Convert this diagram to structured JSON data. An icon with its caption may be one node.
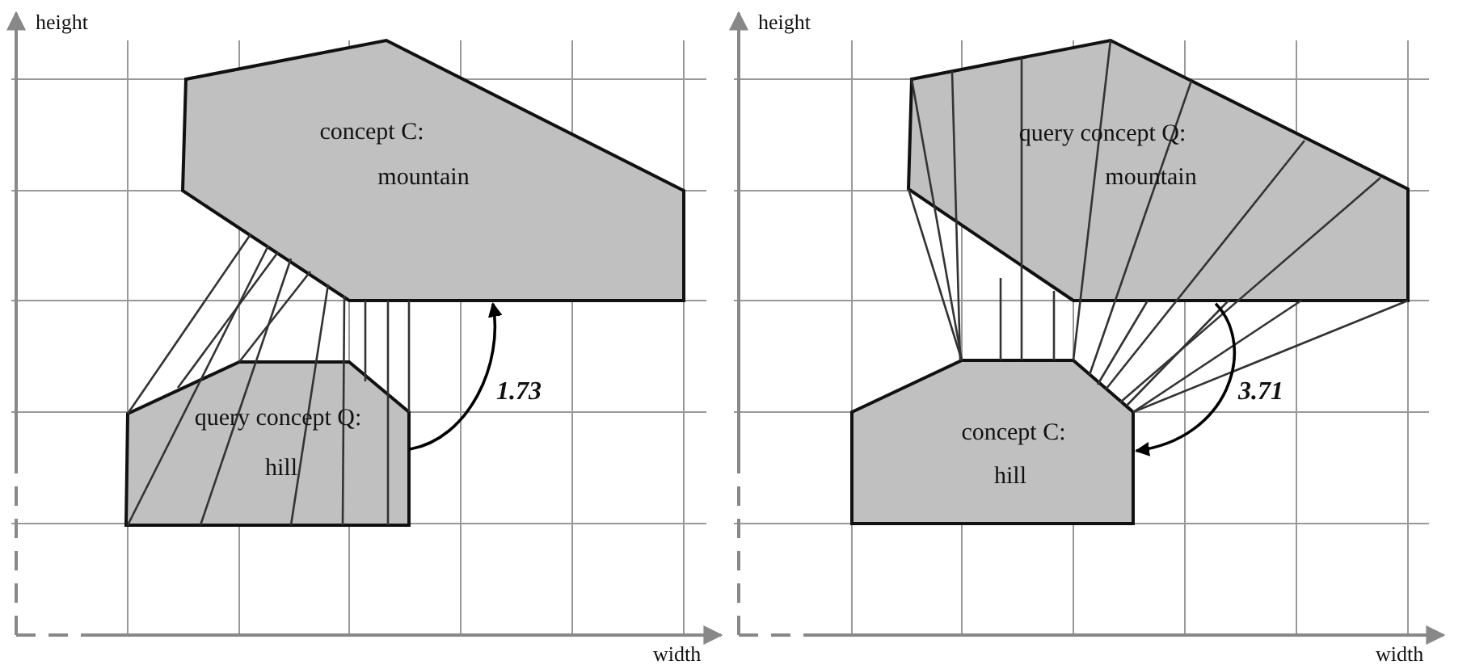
{
  "diagram": {
    "nodes": [
      {
        "text": [
          "concept C:",
          "mountain"
        ]
      },
      {
        "text": [
          "query concept Q:",
          "hill"
        ]
      },
      {
        "text": [
          "query concept Q:",
          "mountain"
        ]
      },
      {
        "text": [
          "concept C:",
          "hill"
        ]
      }
    ],
    "edges": [
      {
        "from": 1,
        "to": 0,
        "arrow": "to",
        "label": "1.73"
      },
      {
        "from": 2,
        "to": 3,
        "arrow": "to",
        "label": "3.71"
      }
    ],
    "labels": [
      "height",
      "width",
      "height",
      "width"
    ]
  }
}
